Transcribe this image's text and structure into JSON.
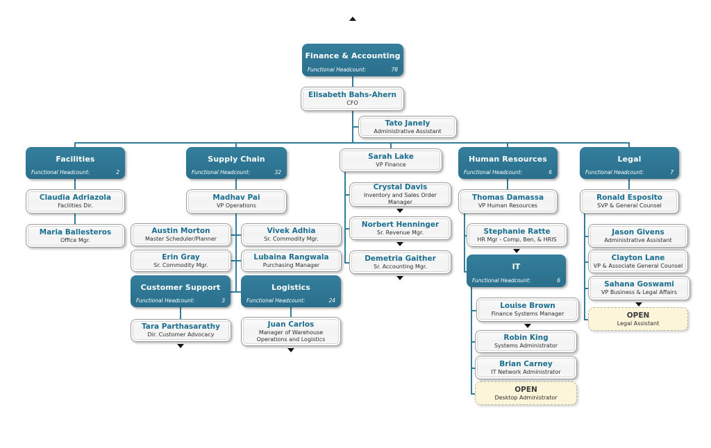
{
  "labels": {
    "headcount": "Functional Headcount:"
  },
  "colors": {
    "teal": "#2e7d99",
    "open_bg": "#fcf5da",
    "name_text": "#1b6e90"
  },
  "icons": {
    "expand_up": "collapsed-parent-arrow",
    "expand_down": "collapsed-children-arrow"
  },
  "root": {
    "dept": {
      "title": "Finance & Accounting",
      "headcount": "78"
    },
    "lead": {
      "name": "Elisabeth Bahs-Ahern",
      "title": "CFO"
    },
    "assistant": {
      "name": "Tato Janely",
      "title": "Administrative Assistant"
    }
  },
  "facilities": {
    "dept": {
      "title": "Facilities",
      "headcount": "2"
    },
    "lead": {
      "name": "Claudia Adriazola",
      "title": "Facilities Dir."
    },
    "staff": [
      {
        "name": "Maria Ballesteros",
        "title": "Office Mgr."
      }
    ]
  },
  "supply_chain": {
    "dept": {
      "title": "Supply Chain",
      "headcount": "32"
    },
    "lead": {
      "name": "Madhav Pai",
      "title": "VP Operations"
    },
    "staff": [
      {
        "name": "Austin Morton",
        "title": "Master Scheduler/Planner"
      },
      {
        "name": "Vivek Adhia",
        "title": "Sr. Commodity Mgr."
      },
      {
        "name": "Erin Gray",
        "title": "Sr. Commodity Mgr."
      },
      {
        "name": "Lubaina Rangwala",
        "title": "Purchasing Manager"
      }
    ],
    "customer_support": {
      "dept": {
        "title": "Customer Support",
        "headcount": "3"
      },
      "lead": {
        "name": "Tara Parthasarathy",
        "title": "Dir. Customer Advocacy"
      }
    },
    "logistics": {
      "dept": {
        "title": "Logistics",
        "headcount": "24"
      },
      "lead": {
        "name": "Juan Carlos",
        "title": "Manager of Warehouse Operations and Logistics"
      }
    }
  },
  "finance": {
    "lead": {
      "name": "Sarah Lake",
      "title": "VP Finance"
    },
    "staff": [
      {
        "name": "Crystal Davis",
        "title": "Inventory and Sales Order Manager"
      },
      {
        "name": "Norbert Henninger",
        "title": "Sr. Revenue Mgr."
      },
      {
        "name": "Demetria Gaither",
        "title": "Sr. Accounting Mgr."
      }
    ]
  },
  "human_resources": {
    "dept": {
      "title": "Human Resources",
      "headcount": "6"
    },
    "lead": {
      "name": "Thomas Damassa",
      "title": "VP Human Resources"
    },
    "staff": [
      {
        "name": "Stephanie Ratte",
        "title": "HR Mgr - Comp, Ben, & HRIS"
      }
    ],
    "it": {
      "dept": {
        "title": "IT",
        "headcount": "6"
      },
      "staff": [
        {
          "name": "Louise Brown",
          "title": "Finance Systems Manager"
        },
        {
          "name": "Robin King",
          "title": "Systems Administrator"
        },
        {
          "name": "Brian Carney",
          "title": "IT Network Administrator"
        },
        {
          "name": "OPEN",
          "title": "Desktop Administrator"
        }
      ]
    }
  },
  "legal": {
    "dept": {
      "title": "Legal",
      "headcount": "7"
    },
    "lead": {
      "name": "Ronald Esposito",
      "title": "SVP & General Counsel"
    },
    "staff": [
      {
        "name": "Jason Givens",
        "title": "Administrative Assistant"
      },
      {
        "name": "Clayton Lane",
        "title": "VP & Associate General Counsel"
      },
      {
        "name": "Sahana Goswami",
        "title": "VP Business & Legal Affairs"
      },
      {
        "name": "OPEN",
        "title": "Legal Assistant"
      }
    ]
  }
}
